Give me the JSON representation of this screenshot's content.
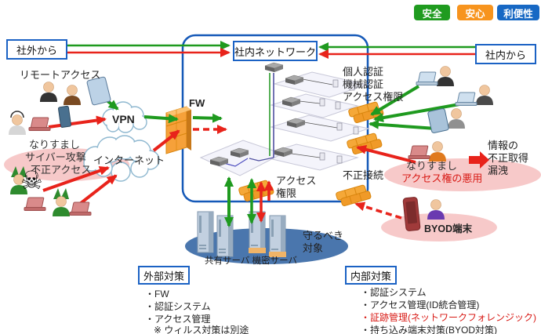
{
  "legend_buttons": {
    "safe": "安全",
    "secure": "安心",
    "convenience": "利便性"
  },
  "top": {
    "from_outside": "社外から",
    "internal_network": "社内ネットワーク",
    "from_inside": "社内から"
  },
  "left": {
    "remote_access": "リモートアクセス",
    "vpn": "VPN",
    "internet": "インターネット",
    "threats": {
      "line1": "なりすまし",
      "line2": "サイバー攻撃",
      "line3": "不正アクセス"
    }
  },
  "center": {
    "fw": "FW",
    "access_rights": {
      "line1": "アクセス",
      "line2": "権限"
    },
    "protect_target": {
      "line1": "守るべき",
      "line2": "対象"
    },
    "servers_label": "共有サーバ 機密サーバ"
  },
  "right": {
    "auth": {
      "line1": "個人認証",
      "line2": "機械認証",
      "line3": "アクセス権限"
    },
    "unauthorized_connection": "不正接続",
    "spoofing": "なりすまし",
    "privilege_abuse": "アクセス権の悪用",
    "info_leak": {
      "line1": "情報の",
      "line2": "不正取得",
      "line3": "漏洩"
    },
    "byod": "BYOD端末"
  },
  "external_measures": {
    "title": "外部対策",
    "items": [
      "・FW",
      "・認証システム",
      "・アクセス管理"
    ],
    "note": "※ ウィルス対策は別途"
  },
  "internal_measures": {
    "title": "内部対策",
    "items": [
      "・認証システム",
      "・アクセス管理(ID統合管理)",
      "・証跡管理(ネットワークフォレンジック)",
      "・持ち込み端末対策(BYOD対策)"
    ]
  },
  "icons": {
    "skull": "☠"
  },
  "colors": {
    "safe_green": "#1f9b1f",
    "secure_orange": "#f7941e",
    "convenience_blue": "#1768c4",
    "arrow_green": "#1f9a1f",
    "arrow_red": "#e8231b",
    "frame_blue": "#1559b8",
    "barrier_orange": "#f5a838",
    "threat_pink": "#f7c9c9",
    "protect_blue": "#4a76ad"
  }
}
